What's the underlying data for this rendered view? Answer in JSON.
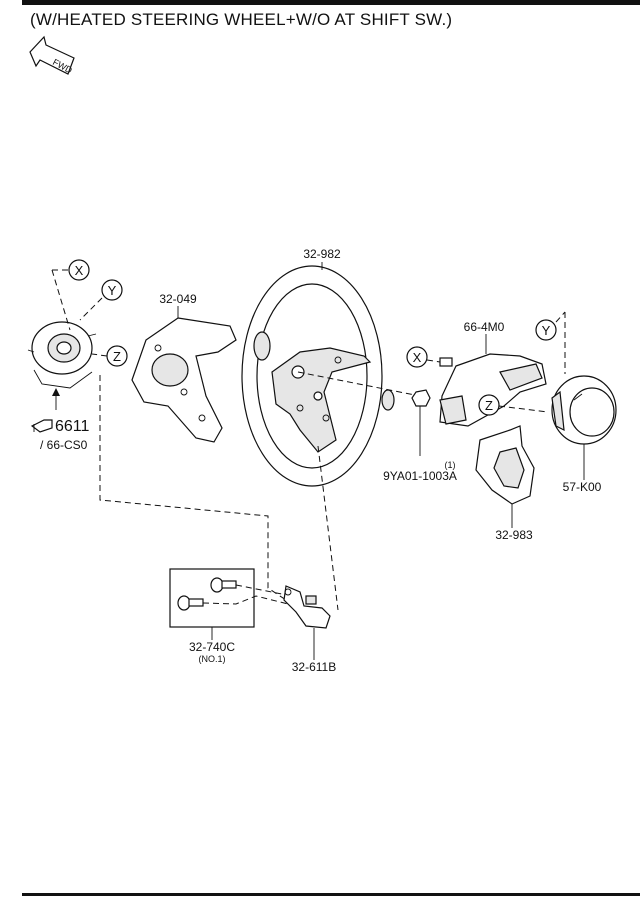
{
  "header": {
    "title": "(W/HEATED STEERING WHEEL+W/O AT SHIFT SW.)"
  },
  "fwd": {
    "label": "FWD"
  },
  "connectors": {
    "x": "X",
    "y": "Y",
    "z": "Z"
  },
  "parts": {
    "p32_982": "32-982",
    "p32_049": "32-049",
    "p66_4m0": "66-4M0",
    "p6611": "6611",
    "p66_cs0": "/ 66-CS0",
    "p9ya01": "9YA01-1003A",
    "p9ya01_qty": "(1)",
    "p57_k00": "57-K00",
    "p32_983": "32-983",
    "p32_740c": "32-740C",
    "p32_740c_note": "(NO.1)",
    "p32_611b": "32-611B"
  }
}
